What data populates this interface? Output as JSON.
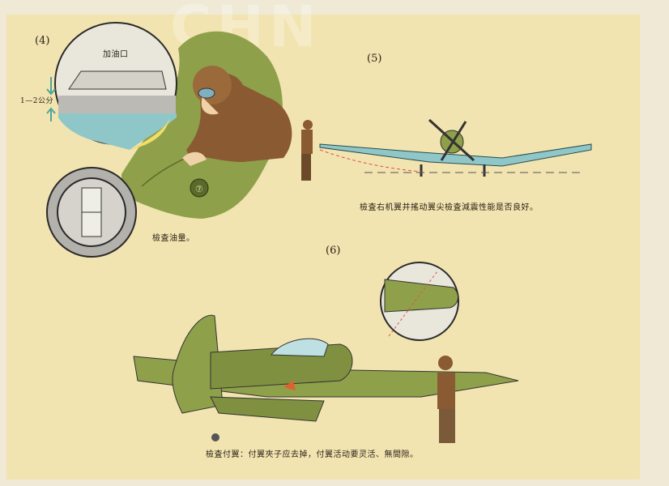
{
  "watermark": "CHN",
  "panel4": {
    "number": "(4)",
    "filler_label": "加油口",
    "gap_label": "1—2公分",
    "caption": "檢査油量。"
  },
  "panel5": {
    "number": "(5)",
    "caption": "檢査右机翼并搖动翼尖檢査減震性能是否良好。"
  },
  "panel6": {
    "number": "(6)",
    "caption": "檢査付翼：付翼夾子应去掉，付翼活动要灵活、無間隙。"
  },
  "colors": {
    "paper": "#f2e4b0",
    "aircraft_green": "#8fa04a",
    "sky_blue": "#8fc7c9",
    "pilot_brown": "#8a5a32"
  }
}
